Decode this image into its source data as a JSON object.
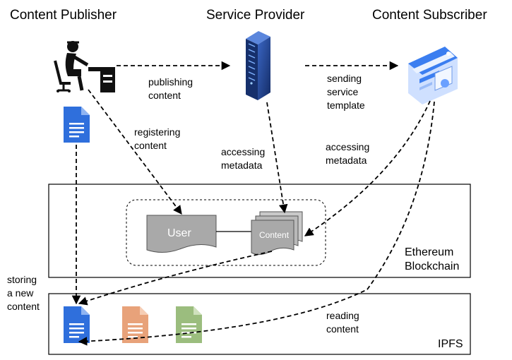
{
  "headers": {
    "publisher": "Content Publisher",
    "provider": "Service Provider",
    "subscriber": "Content Subscriber"
  },
  "edge_labels": {
    "publishing": [
      "publishing",
      "content"
    ],
    "sending": [
      "sending",
      "service",
      "template"
    ],
    "registering": [
      "registering",
      "content"
    ],
    "accessing_provider": [
      "accessing",
      "metadata"
    ],
    "accessing_subscriber": [
      "accessing",
      "metadata"
    ],
    "storing": [
      "storing",
      "a new",
      "content"
    ],
    "reading": [
      "reading",
      "content"
    ]
  },
  "blockchain": {
    "name_line1": "Ethereum",
    "name_line2": "Blockchain",
    "user_doc": "User",
    "content_doc": "Content"
  },
  "ipfs": {
    "name": "IPFS"
  },
  "colors": {
    "doc_blue": "#2f6fdc",
    "doc_orange": "#e8a27a",
    "doc_green": "#9bbd7e",
    "doc_gray": "#a9a9a9",
    "server_blue": "#1f3f86",
    "subscriber_blue": "#3b7ef0"
  },
  "icons": {
    "publisher": "person-at-desk-icon",
    "provider": "server-rack-icon",
    "subscriber": "certificate-browser-icon",
    "document": "document-icon"
  }
}
